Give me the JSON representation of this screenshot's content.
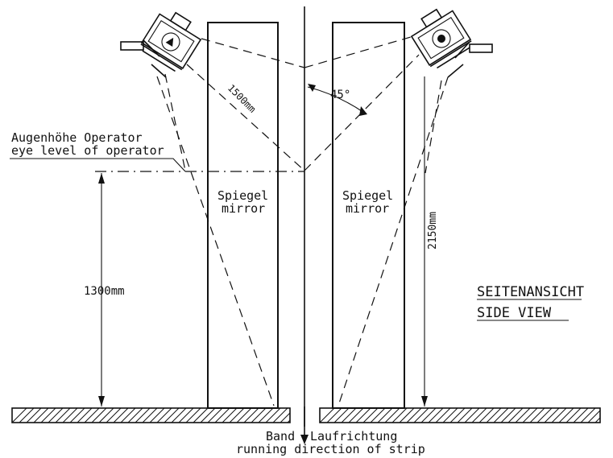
{
  "labels": {
    "eye_level_de": "Augenhöhe Operator",
    "eye_level_en": "eye level of operator",
    "mirror_left_de": "Spiegel",
    "mirror_left_en": "mirror",
    "mirror_right_de": "Spiegel",
    "mirror_right_en": "mirror",
    "height_1300": "1300mm",
    "height_2150": "2150mm",
    "distance_1500": "1500mm",
    "angle_45": "45°",
    "view_de": "SEITENANSICHT",
    "view_en": "SIDE VIEW",
    "band": "Band",
    "running_de": "Laufrichtung",
    "running_en": "running direction of strip"
  }
}
